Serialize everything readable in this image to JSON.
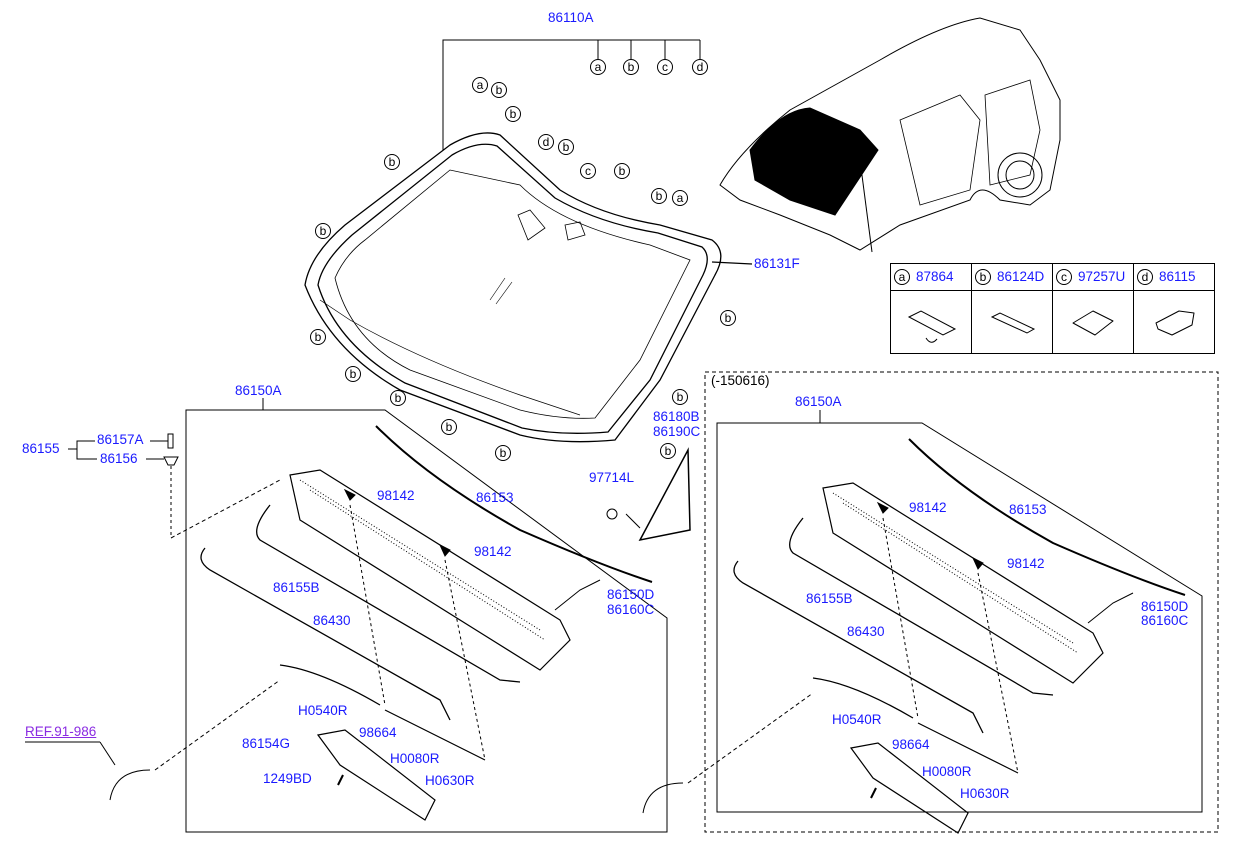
{
  "labels": {
    "assembly_windshield": "86110A",
    "glass": "86131F",
    "cowl_assy_left": "86150A",
    "cowl_assy_right": "86150A",
    "clip_group": "86155",
    "clip_a": "86157A",
    "clip_b": "86156",
    "nozzle_l1": "98142",
    "nozzle_l2": "98142",
    "nozzle_r1": "98142",
    "nozzle_r2": "98142",
    "weatherstrip_l": "86153",
    "weatherstrip_r": "86153",
    "seal_l": "86155B",
    "seal_r": "86155B",
    "panel_l": "86430",
    "panel_r": "86430",
    "side_d_l": "86150D",
    "side_c_l": "86160C",
    "side_d_r": "86150D",
    "side_c_r": "86160C",
    "hose1_l": "H0540R",
    "hose1_r": "H0540R",
    "connector_l": "98664",
    "connector_r": "98664",
    "hose2_l": "H0080R",
    "hose2_r": "H0080R",
    "hose3_l": "H0630R",
    "hose3_r": "H0630R",
    "cover": "86154G",
    "bolt": "1249BD",
    "quarter_glass_b": "86180B",
    "quarter_glass_c": "86190C",
    "retainer": "97714L",
    "reference": "REF.91-986",
    "period_note": "(-150616)"
  },
  "callouts": [
    "a",
    "b",
    "c",
    "d",
    "a",
    "b",
    "b",
    "d",
    "b",
    "c",
    "b",
    "b",
    "a",
    "b",
    "b",
    "b",
    "b",
    "b",
    "b",
    "b",
    "b",
    "b",
    "b"
  ],
  "legend": [
    {
      "letter": "a",
      "part": "87864"
    },
    {
      "letter": "b",
      "part": "86124D"
    },
    {
      "letter": "c",
      "part": "97257U"
    },
    {
      "letter": "d",
      "part": "86115"
    }
  ]
}
